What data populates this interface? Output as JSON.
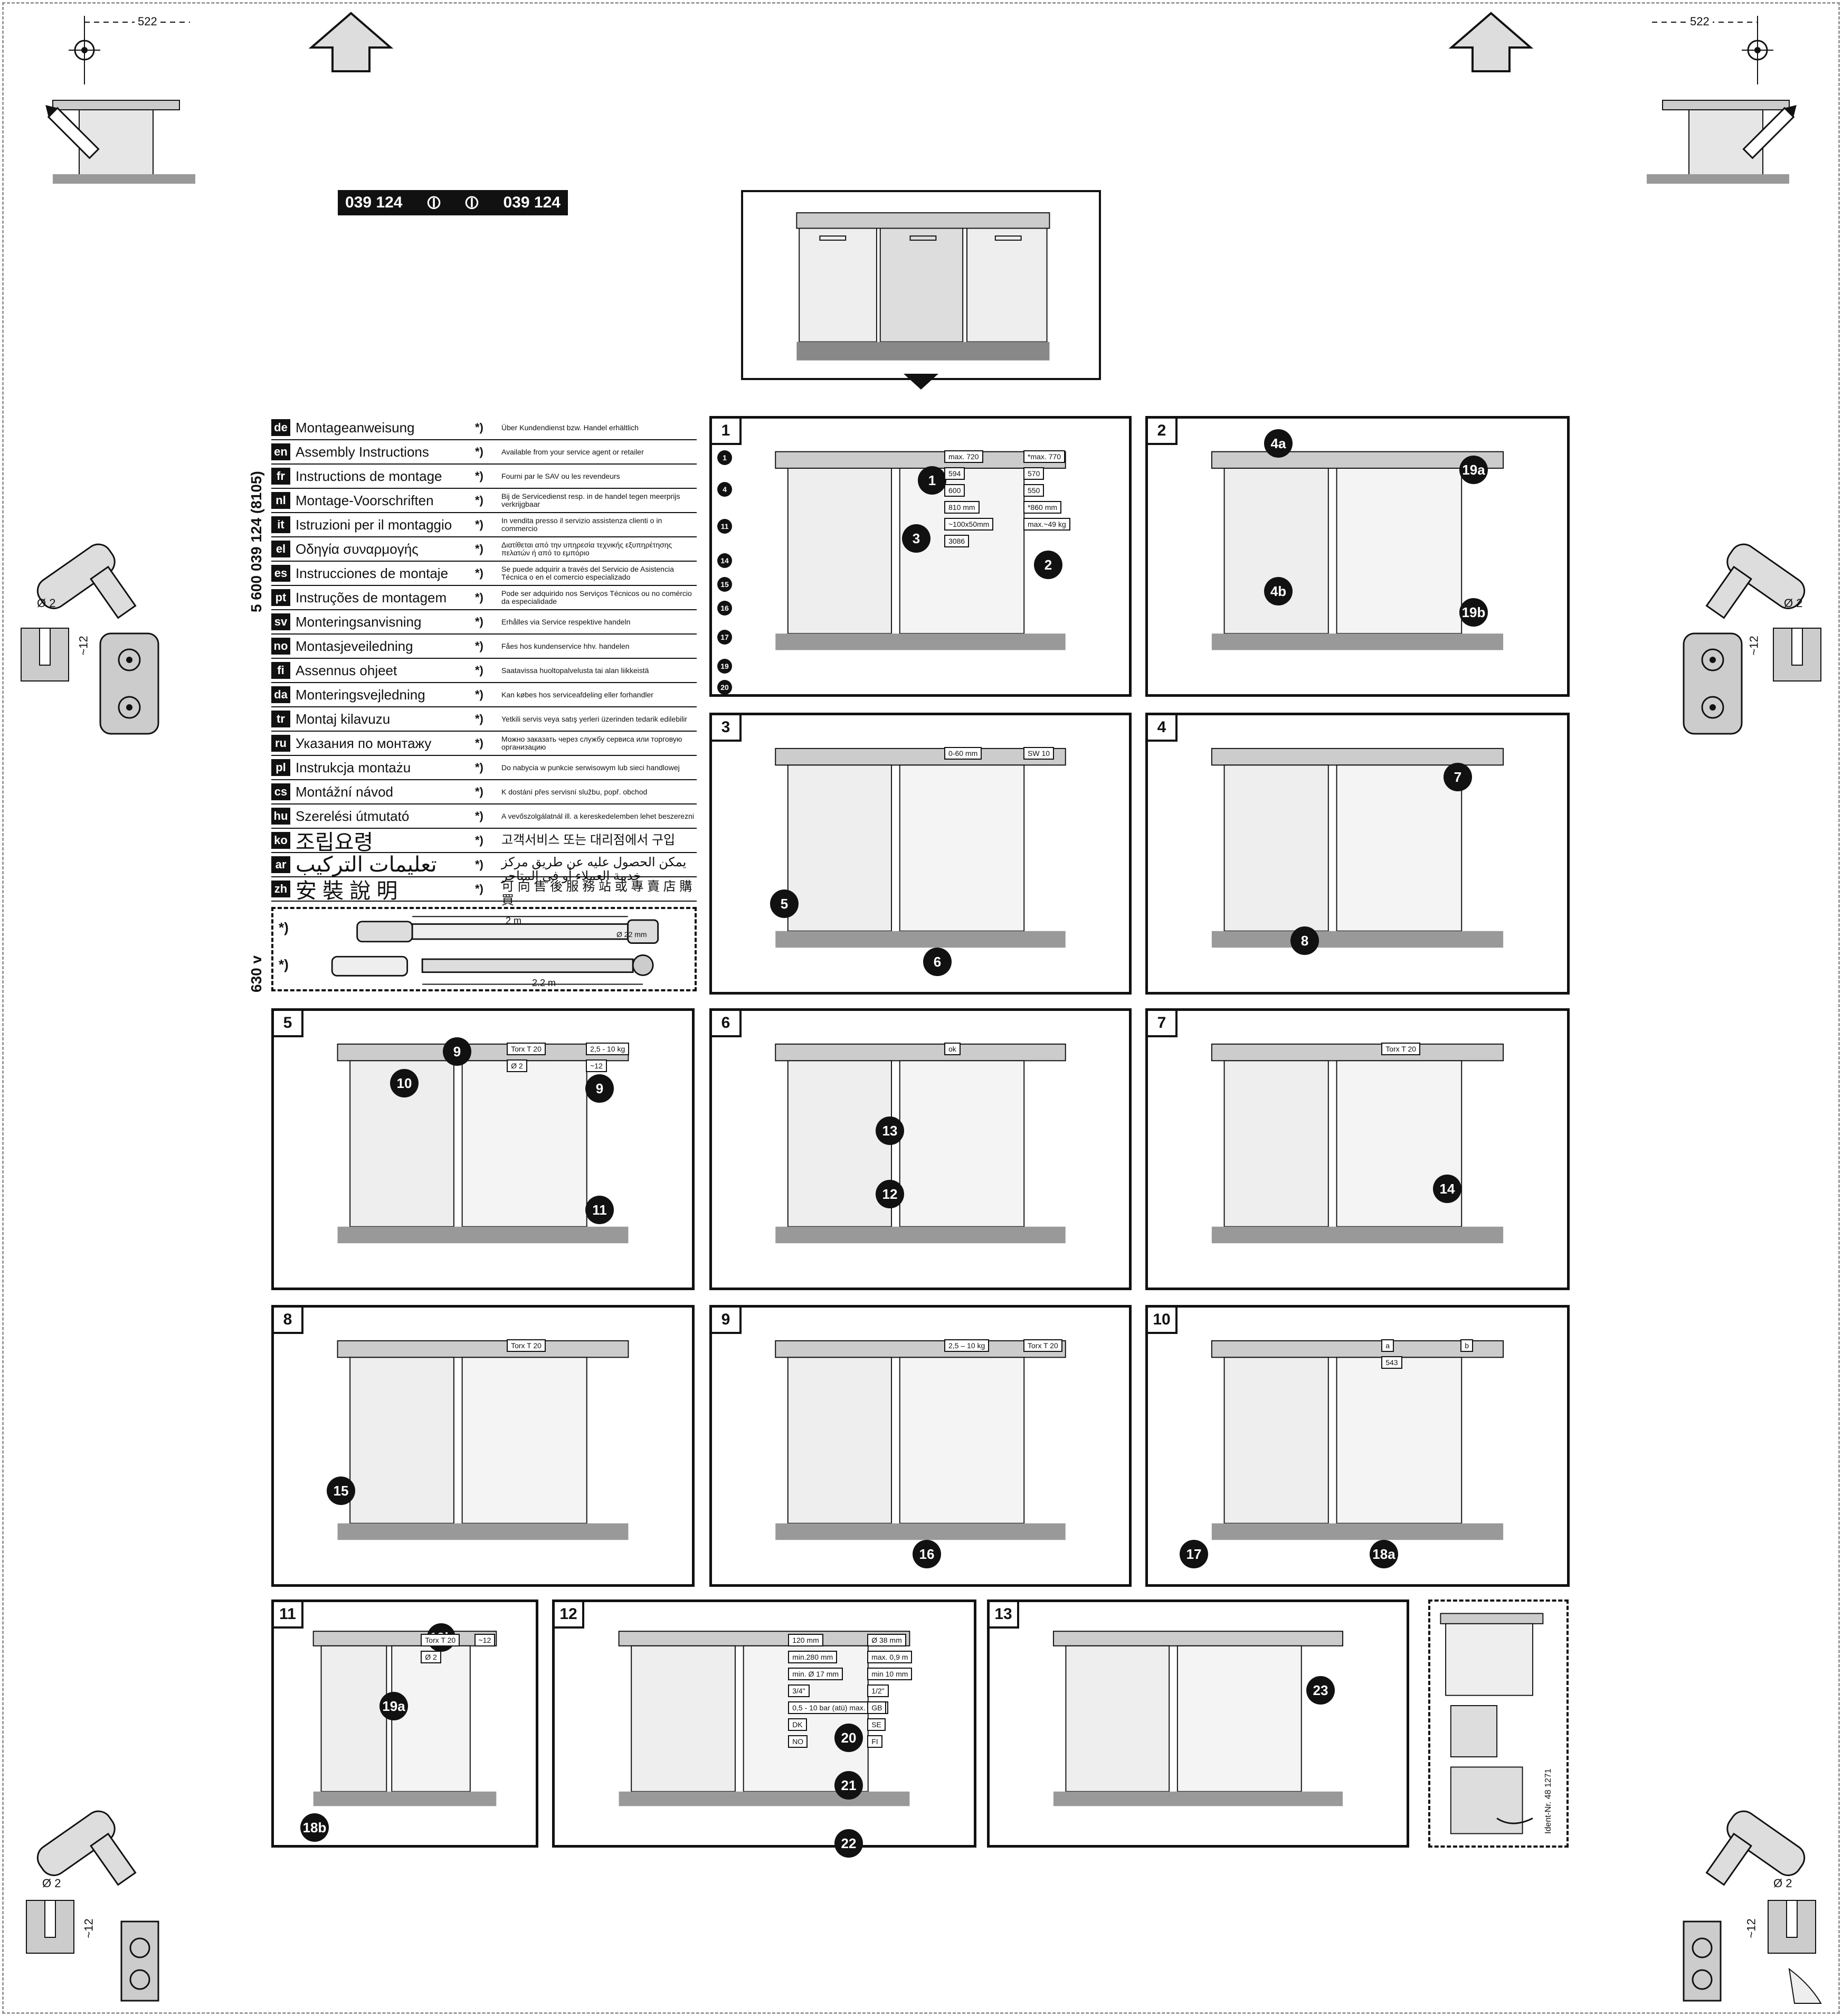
{
  "part_number": {
    "left": "039 124",
    "right": "039 124"
  },
  "doc_number": "5 600 039 124  (8105)",
  "voltage": "630 v",
  "corner_dims": {
    "top_left": "522",
    "top_right": "522"
  },
  "drill": {
    "diameter": "Ø 2",
    "depth": "~12"
  },
  "languages": [
    {
      "code": "de",
      "name": "Montageanweisung",
      "note": "Über Kundendienst bzw. Handel erhältlich"
    },
    {
      "code": "en",
      "name": "Assembly Instructions",
      "note": "Available from your service agent or retailer"
    },
    {
      "code": "fr",
      "name": "Instructions de montage",
      "note": "Fourni par le SAV ou les revendeurs"
    },
    {
      "code": "nl",
      "name": "Montage-Voorschriften",
      "note": "Bij de Servicedienst resp. in de handel tegen meerprijs verkrijgbaar"
    },
    {
      "code": "it",
      "name": "Istruzioni per il montaggio",
      "note": "In vendita presso il servizio assistenza clienti o in commercio"
    },
    {
      "code": "el",
      "name": "Οδηγία συναρμογής",
      "note": "Διατίθεται από την υπηρεσία τεχνικής εξυπηρέτησης πελατών ή από το εμπόριο"
    },
    {
      "code": "es",
      "name": "Instrucciones de montaje",
      "note": "Se puede adquirir a través del Servicio de Asistencia Técnica o en el comercio especializado"
    },
    {
      "code": "pt",
      "name": "Instruções de montagem",
      "note": "Pode ser adquirido nos Serviços Técnicos ou no comércio da especialidade"
    },
    {
      "code": "sv",
      "name": "Monteringsanvisning",
      "note": "Erhålles via Service respektive handeln"
    },
    {
      "code": "no",
      "name": "Montasjeveiledning",
      "note": "Fåes hos kundenservice hhv. handelen"
    },
    {
      "code": "fi",
      "name": "Assennus ohjeet",
      "note": "Saatavissa huoltopalvelusta tai alan liikkeistä"
    },
    {
      "code": "da",
      "name": "Monteringsvejledning",
      "note": "Kan købes hos serviceafdeling eller forhandler"
    },
    {
      "code": "tr",
      "name": "Montaj kilavuzu",
      "note": "Yetkili servis veya satış yerleri üzerinden tedarik edilebilir"
    },
    {
      "code": "ru",
      "name": "Указания по монтажу",
      "note": "Можно заказать через службу сервиса или торговую организацию"
    },
    {
      "code": "pl",
      "name": "Instrukcja montażu",
      "note": "Do nabycia w punkcie serwisowym lub sieci handlowej"
    },
    {
      "code": "cs",
      "name": "Montážní návod",
      "note": "K dostání přes servisní službu, popř. obchod"
    },
    {
      "code": "hu",
      "name": "Szerelési útmutató",
      "note": "A vevőszolgálatnál ill. a kereskedelemben lehet beszerezni"
    },
    {
      "code": "ko",
      "name": "조립요령",
      "note": "고객서비스 또는 대리점에서 구입"
    },
    {
      "code": "ar",
      "name": "تعليمات التركيب",
      "note": "يمكن الحصول عليه عن طريق مركز خدمة العملاء أو في المتاجر"
    },
    {
      "code": "zh",
      "name": "安 裝 說 明",
      "note": "可 向 售 後 服 務 站 或 專 賣 店 購 買"
    }
  ],
  "star_mark": "*)",
  "hose": {
    "len1": "2 m",
    "len2": "2.2 m",
    "dia": "Ø 22 mm"
  },
  "panels": [
    {
      "num": "1",
      "labels": [
        "max. 720",
        "*max. 770",
        "594",
        "570",
        "600",
        "550",
        "810 mm",
        "*860 mm",
        "~100x50mm",
        "max.~49 kg",
        "3086"
      ]
    },
    {
      "num": "2",
      "labels": []
    },
    {
      "num": "3",
      "labels": [
        "0-60 mm",
        "SW 10"
      ]
    },
    {
      "num": "4",
      "labels": []
    },
    {
      "num": "5",
      "labels": [
        "Torx T 20",
        "2,5 - 10 kg",
        "Ø 2",
        "~12"
      ]
    },
    {
      "num": "6",
      "labels": [
        "ok"
      ]
    },
    {
      "num": "7",
      "labels": [
        "Torx T 20"
      ]
    },
    {
      "num": "8",
      "labels": [
        "Torx T 20"
      ]
    },
    {
      "num": "9",
      "labels": [
        "2,5 – 10 kg",
        "Torx T 20"
      ]
    },
    {
      "num": "10",
      "labels": [
        "a",
        "b",
        "543"
      ]
    },
    {
      "num": "11",
      "labels": [
        "Torx T 20",
        "~12",
        "Ø 2"
      ]
    },
    {
      "num": "12",
      "labels": [
        "120 mm",
        "Ø 38 mm",
        "min.280 mm",
        "max. 0,9 m",
        "min. Ø 17 mm",
        "min 10 mm",
        "3/4\"",
        "1/2\"",
        "0,5 - 10 bar (atü) max. 60°C",
        "GB",
        "DK",
        "SE",
        "NO",
        "FI"
      ]
    },
    {
      "num": "13",
      "labels": []
    }
  ],
  "badges": {
    "p1": [
      "1",
      "2",
      "3"
    ],
    "p1_parts": [
      "1",
      "4",
      "11",
      "14",
      "15",
      "16",
      "17",
      "19",
      "20"
    ],
    "p2": [
      "4a",
      "19a",
      "4b",
      "19b"
    ],
    "p3": [
      "5",
      "6"
    ],
    "p4": [
      "7",
      "8"
    ],
    "p5": [
      "9",
      "10",
      "9",
      "11"
    ],
    "p6": [
      "13",
      "12"
    ],
    "p7": [
      "14"
    ],
    "p8": [
      "15"
    ],
    "p9": [
      "16"
    ],
    "p10": [
      "17",
      "18a"
    ],
    "p11": [
      "19b",
      "19a",
      "18b"
    ],
    "p12": [
      "20",
      "21",
      "22"
    ],
    "p13": [
      "23"
    ]
  },
  "ident": "Ident-Nr. 48 1271"
}
